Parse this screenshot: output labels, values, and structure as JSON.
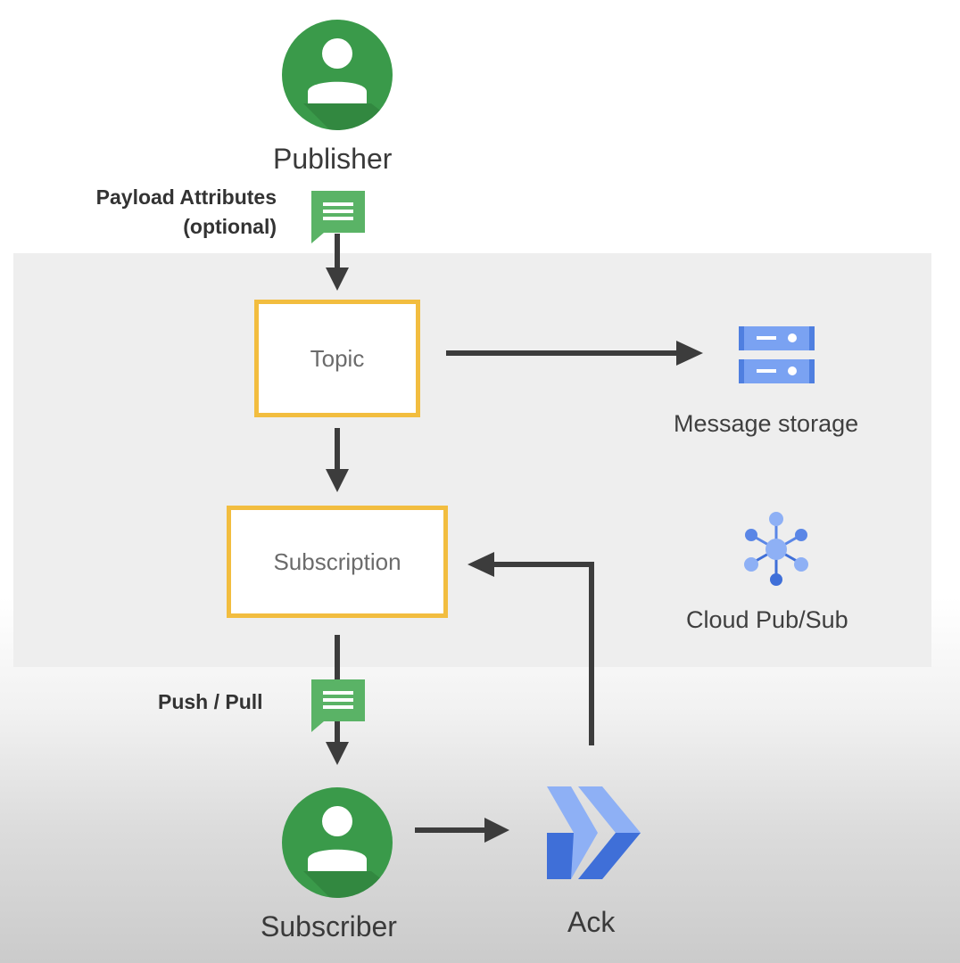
{
  "publisher": {
    "label": "Publisher"
  },
  "payload": {
    "line1": "Payload Attributes",
    "line2": "(optional)"
  },
  "topic": {
    "label": "Topic"
  },
  "storage": {
    "label": "Message storage"
  },
  "subscription": {
    "label": "Subscription"
  },
  "pubsub": {
    "label": "Cloud Pub/Sub"
  },
  "delivery": {
    "label": "Push / Pull"
  },
  "subscriber": {
    "label": "Subscriber"
  },
  "ack": {
    "label": "Ack"
  },
  "colors": {
    "box_border": "#f2bd3f",
    "person_green": "#3a9a4a",
    "message_green": "#5ab366",
    "storage_blue": "#7aa2f2",
    "ack_blue": "#3f6fd8",
    "arrow": "#3c3c3c"
  },
  "icons": [
    "person-icon",
    "message-icon",
    "storage-icon",
    "pubsub-icon",
    "ack-icon"
  ]
}
